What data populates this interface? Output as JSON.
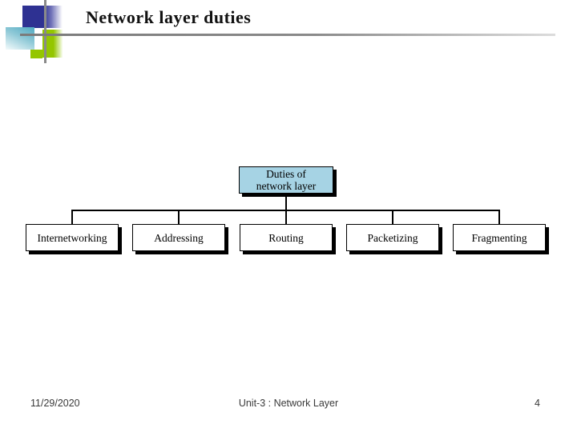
{
  "slide": {
    "title": "Network layer duties"
  },
  "diagram": {
    "root": {
      "line1": "Duties of",
      "line2": "network layer"
    },
    "children": [
      {
        "label": "Internetworking"
      },
      {
        "label": "Addressing"
      },
      {
        "label": "Routing"
      },
      {
        "label": "Packetizing"
      },
      {
        "label": "Fragmenting"
      }
    ],
    "colors": {
      "root_fill": "#A6D3E4",
      "child_fill": "#FFFFFF",
      "border": "#000000",
      "connector": "#000000",
      "shadow": "#000000"
    }
  },
  "footer": {
    "date": "11/29/2020",
    "center": "Unit-3 : Network Layer",
    "page": "4"
  },
  "logo": {
    "colors": {
      "blue": "#2E3192",
      "teal": "#4FAAC2",
      "green": "#94C600",
      "gray_line": "#8A8A8A"
    }
  }
}
